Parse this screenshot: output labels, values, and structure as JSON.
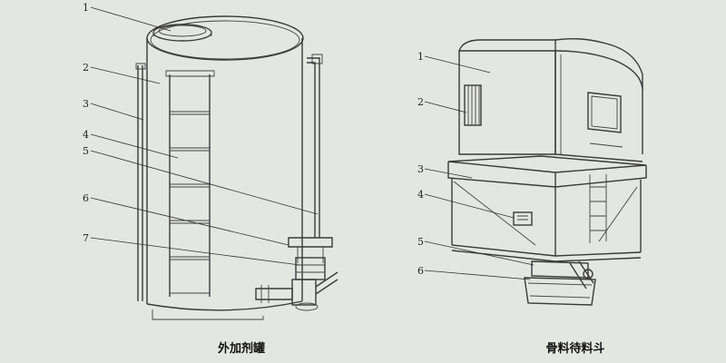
{
  "left_figure": {
    "caption": "外加剂罐",
    "callouts": [
      {
        "label": "1"
      },
      {
        "label": "2"
      },
      {
        "label": "3"
      },
      {
        "label": "4"
      },
      {
        "label": "5"
      },
      {
        "label": "6"
      },
      {
        "label": "7"
      }
    ]
  },
  "right_figure": {
    "caption": "骨料待料斗",
    "callouts": [
      {
        "label": "1"
      },
      {
        "label": "2"
      },
      {
        "label": "3"
      },
      {
        "label": "4"
      },
      {
        "label": "5"
      },
      {
        "label": "6"
      }
    ]
  }
}
